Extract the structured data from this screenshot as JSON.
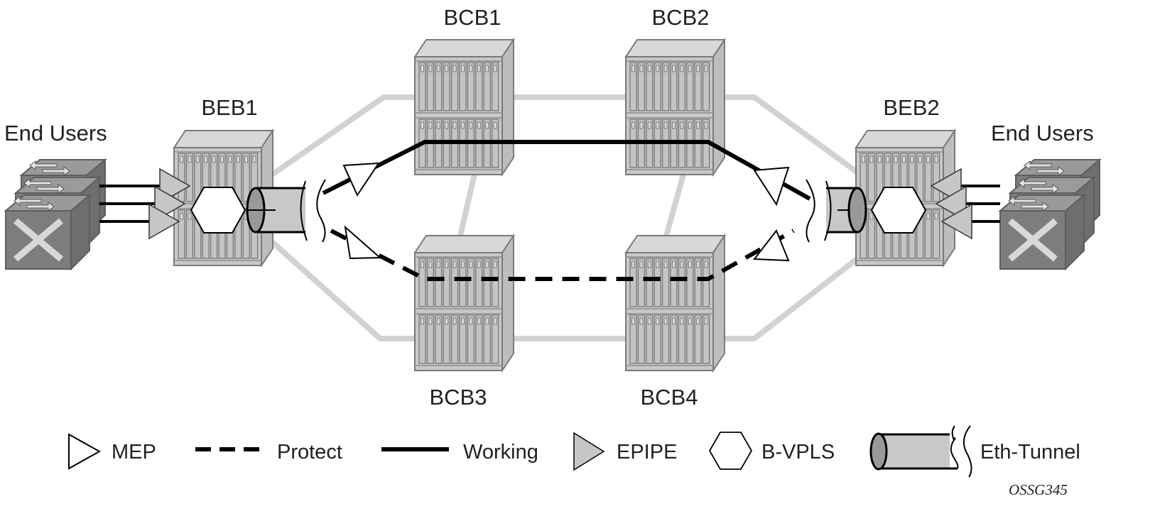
{
  "nodes": {
    "bcb1": "BCB1",
    "bcb2": "BCB2",
    "bcb3": "BCB3",
    "bcb4": "BCB4",
    "beb1": "BEB1",
    "beb2": "BEB2",
    "end_users_left": "End Users",
    "end_users_right": "End Users"
  },
  "legend": {
    "mep": "MEP",
    "protect": "Protect",
    "working": "Working",
    "epipe": "EPIPE",
    "bvpls": "B-VPLS",
    "eth_tunnel": "Eth-Tunnel"
  },
  "figure_id": "OSSG345",
  "colors": {
    "ring": "#d2d2d2",
    "chassis": "#c8c8c8",
    "switch": "#7d7d7d",
    "epipe": "#c6c6c6",
    "line": "#000000"
  }
}
